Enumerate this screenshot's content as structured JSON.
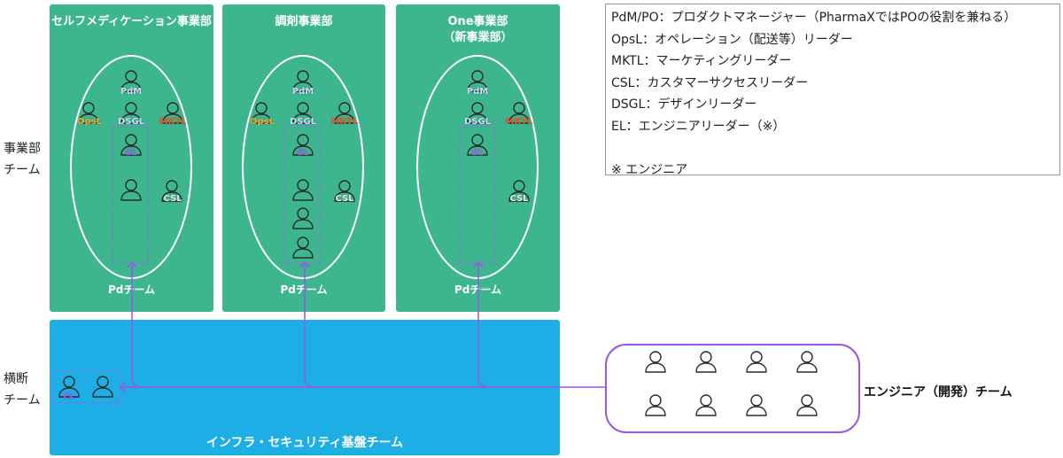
{
  "side_labels": {
    "business_team": [
      "事業部",
      "チーム"
    ],
    "cross_team": [
      "横断",
      "チーム"
    ]
  },
  "divisions": [
    {
      "title_lines": [
        "セルフメディケーション事業部"
      ],
      "pd_label": "Pdチーム"
    },
    {
      "title_lines": [
        "調剤事業部"
      ],
      "pd_label": "Pdチーム"
    },
    {
      "title_lines": [
        "One事業部",
        "（新事業部）"
      ],
      "pd_label": "Pdチーム"
    }
  ],
  "roles": {
    "pdm": "PdM",
    "opsl": "OpsL",
    "dsgl": "DSGL",
    "mktl": "MKTL",
    "el": "EL",
    "csl": "CSL"
  },
  "infra": {
    "title": "インフラ・セキュリティ基盤チーム",
    "el_label": "EL"
  },
  "engineering": {
    "label": "エンジニア（開発）チーム"
  },
  "legend": {
    "lines": [
      "PdM/PO：プロダクトマネージャー（PharmaXではPOの役割を兼ねる）",
      "OpsL：オペレーション（配送等）リーダー",
      "MKTL：マーケティングリーダー",
      "CSL：カスタマーサクセスリーダー",
      "DSGL：デザインリーダー",
      "EL：エンジニアリーダー（※）",
      "",
      "※ エンジニア"
    ]
  },
  "colors": {
    "division_green": "#3db68f",
    "infra_blue": "#1eaee6",
    "connector_purple": "#9a55e6",
    "pdm_label": "#cfd8f5",
    "opsl_label": "#f0a830",
    "dsgl_label": "#cfd8f5",
    "mktl_label": "#e8562a",
    "el_label": "#9a63f0",
    "csl_label": "#e3e3e3"
  },
  "icons": {
    "person": "person-outline-icon",
    "arrow": "arrow-up-icon"
  }
}
